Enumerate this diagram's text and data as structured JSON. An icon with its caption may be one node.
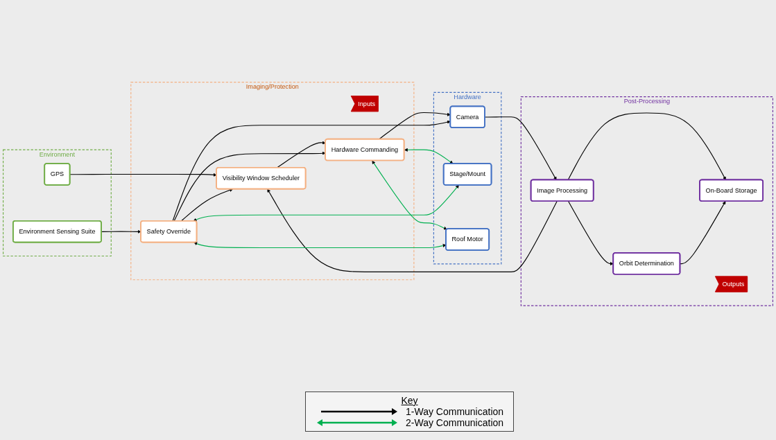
{
  "diagram": {
    "nodes": [
      {
        "text": [
          "Environment"
        ]
      },
      {
        "text": [
          "Imaging/Protection"
        ]
      },
      {
        "text": [
          "Hardware"
        ]
      },
      {
        "text": [
          "Post-Processing"
        ]
      },
      {
        "text": [
          "GPS"
        ],
        "in": 0
      },
      {
        "text": [
          "Environment Sensing Suite"
        ],
        "in": 0
      },
      {
        "text": [
          "Inputs"
        ],
        "in": 1
      },
      {
        "text": [
          "Visibility Window Scheduler"
        ],
        "in": 1
      },
      {
        "text": [
          "Hardware Commanding"
        ],
        "in": 1
      },
      {
        "text": [
          "Safety Override"
        ],
        "in": 1
      },
      {
        "text": [
          "Camera"
        ],
        "in": 2
      },
      {
        "text": [
          "Stage/Mount"
        ],
        "in": 2
      },
      {
        "text": [
          "Roof Motor"
        ],
        "in": 2
      },
      {
        "text": [
          "Image Processing"
        ],
        "in": 3
      },
      {
        "text": [
          "Orbit Determination"
        ],
        "in": 3
      },
      {
        "text": [
          "On-Board Storage"
        ],
        "in": 3
      },
      {
        "text": [
          "Outputs"
        ],
        "in": 3
      }
    ],
    "edges": [
      {
        "from": 4,
        "to": 7,
        "arrow": "to"
      },
      {
        "from": 7,
        "to": 8,
        "arrow": "to"
      },
      {
        "from": 13,
        "to": 7,
        "arrow": "to"
      },
      {
        "from": 9,
        "to": 7,
        "arrow": "to"
      },
      {
        "from": 9,
        "to": 8,
        "arrow": "to"
      },
      {
        "from": 5,
        "to": 9,
        "arrow": "to"
      },
      {
        "from": 8,
        "to": 10,
        "arrow": "to"
      },
      {
        "from": 9,
        "to": 10,
        "arrow": "to"
      },
      {
        "from": 10,
        "to": 13,
        "arrow": "to"
      },
      {
        "from": 8,
        "to": 11,
        "arrow": "both",
        "color": "#00b050"
      },
      {
        "from": 8,
        "to": 12,
        "arrow": "both",
        "color": "#00b050"
      },
      {
        "from": 9,
        "to": 11,
        "arrow": "both",
        "color": "#00b050"
      },
      {
        "from": 9,
        "to": 12,
        "arrow": "both",
        "color": "#00b050"
      },
      {
        "from": 13,
        "to": 14,
        "arrow": "to"
      },
      {
        "from": 13,
        "to": 15,
        "arrow": "to"
      },
      {
        "from": 14,
        "to": 15,
        "arrow": "to"
      }
    ],
    "labels": [
      "Key"
    ],
    "legend": [
      {
        "text": "1-Way Communication"
      },
      {
        "text": "2-Way Communication"
      }
    ]
  }
}
